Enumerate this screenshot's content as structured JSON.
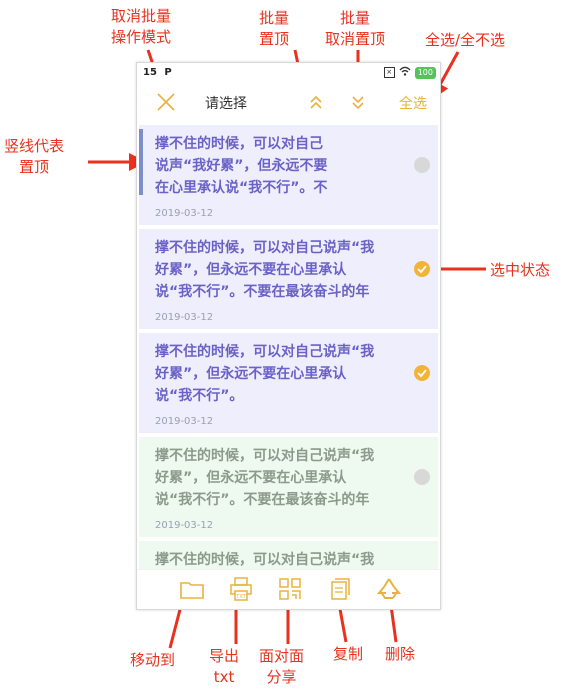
{
  "annotations": {
    "cancel_batch": "取消批量\n操作模式",
    "batch_pin": "批量\n置顶",
    "batch_unpin": "批量\n取消置顶",
    "select_all_toggle": "全选/全不选",
    "vertical_line": "竖线代表\n置顶",
    "selected_state": "选中状态",
    "move_to": "移动到",
    "export_txt": "导出\ntxt",
    "face_share": "面对面\n分享",
    "copy": "复制",
    "delete": "删除"
  },
  "status_bar": {
    "time_partial": "15",
    "app_glyph": "P"
  },
  "top_bar": {
    "title": "请选择",
    "select_all_label": "全选"
  },
  "colors": {
    "accent": "#e7b33e",
    "annotation_red": "#e8321e",
    "pinned_bg": "#eeeefc",
    "normal_bg": "#eef9ef",
    "pinned_text": "#6b62c8",
    "normal_text": "#8a9a8c"
  },
  "notes": [
    {
      "text": "撑不住的时候，可以对自己\n说声“我好累”，但永远不要\n在心里承认说“我不行”。不",
      "date": "2019-03-12",
      "pinned": true,
      "selected": false,
      "pinbar": true
    },
    {
      "text": "撑不住的时候，可以对自己说声“我\n好累”，但永远不要在心里承认\n说“我不行”。不要在最该奋斗的年",
      "date": "2019-03-12",
      "pinned": true,
      "selected": true,
      "pinbar": false
    },
    {
      "text": "撑不住的时候，可以对自己说声“我\n好累”，但永远不要在心里承认\n说“我不行”。",
      "date": "2019-03-12",
      "pinned": true,
      "selected": true,
      "pinbar": false
    },
    {
      "text": "撑不住的时候，可以对自己说声“我\n好累”，但永远不要在心里承认\n说“我不行”。不要在最该奋斗的年",
      "date": "2019-03-12",
      "pinned": false,
      "selected": false,
      "pinbar": false
    },
    {
      "text": "撑不住的时候，可以对自己说声“我\n好累”",
      "date": "",
      "pinned": false,
      "selected": false,
      "pinbar": false
    }
  ],
  "bottom_bar": {
    "icons": [
      "folder-icon",
      "txt-printer-icon",
      "qr-code-icon",
      "copy-icon",
      "recycle-icon"
    ]
  }
}
